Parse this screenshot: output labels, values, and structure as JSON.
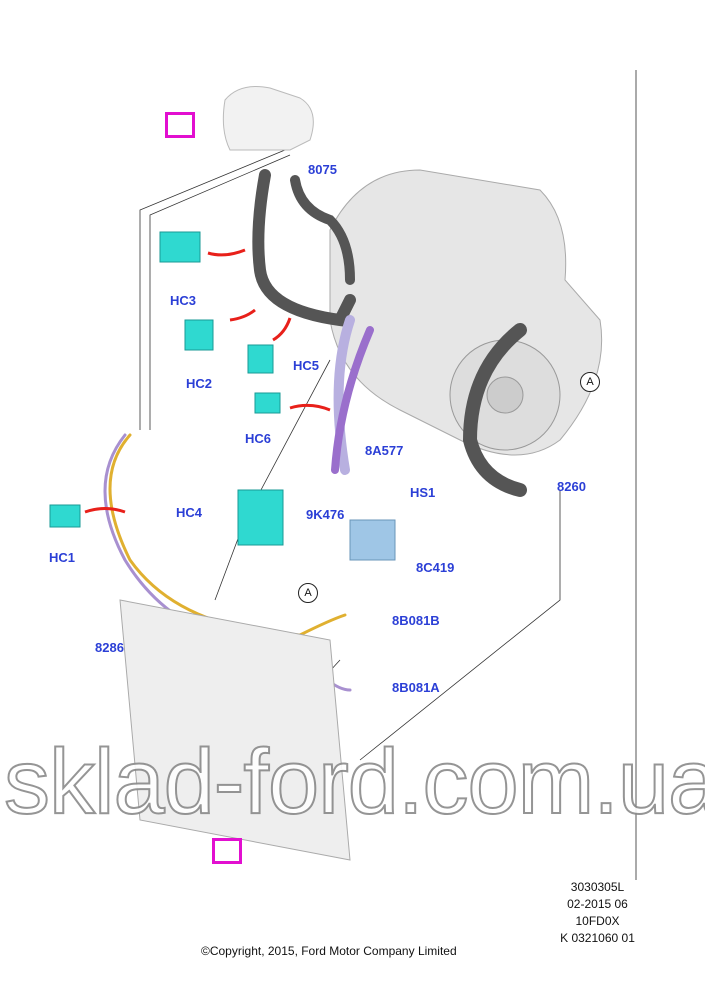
{
  "parts": {
    "p8075": "8075",
    "hc3": "HC3",
    "hc2": "HC2",
    "hc5": "HC5",
    "hc6": "HC6",
    "p8A577": "8A577",
    "p8260": "8260",
    "hs1": "HS1",
    "hc4": "HC4",
    "p9K476": "9K476",
    "hc1": "HC1",
    "p8C419": "8C419",
    "p8B081B": "8B081B",
    "p8286": "8286",
    "p8B081A": "8B081A"
  },
  "callouts": {
    "a1": "A",
    "a2": "A"
  },
  "footer": {
    "codes": [
      "3030305L",
      "02-2015 06",
      "10FD0X",
      "K 0321060 01"
    ],
    "copyright": "©Copyright, 2015, Ford Motor Company Limited"
  },
  "watermark": "sklad-ford.com.ua",
  "colors": {
    "label": "#2b3fd6",
    "magenta": "#e20fd0",
    "clip": "#2fd9d0",
    "arrow": "#e8201a"
  }
}
